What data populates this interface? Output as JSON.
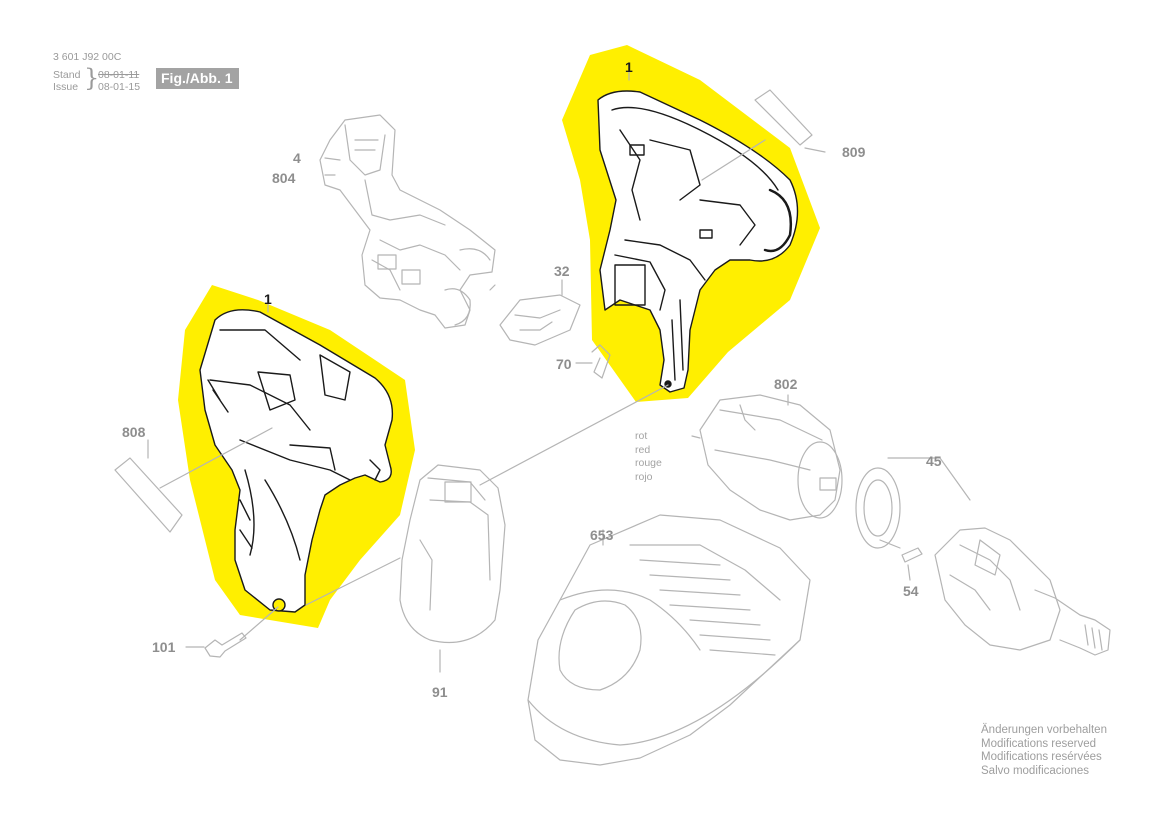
{
  "header": {
    "doc_number": "3 601 J92 00C",
    "stand_label": "Stand",
    "issue_label": "Issue",
    "stand_date": "08-01-11",
    "issue_date": "08-01-15",
    "figure_label": "Fig./Abb. 1"
  },
  "parts": {
    "housing_right": "1",
    "housing_left": "1",
    "p4": "4",
    "p804": "804",
    "p809": "809",
    "p32": "32",
    "p70": "70",
    "p802": "802",
    "p808": "808",
    "p45": "45",
    "p54": "54",
    "p653": "653",
    "p101": "101",
    "p91": "91"
  },
  "wire_colors": [
    "rot",
    "red",
    "rouge",
    "rojo"
  ],
  "footer_note": [
    "Änderungen vorbehalten",
    "Modifications reserved",
    "Modifications resérvées",
    "Salvo modificaciones"
  ],
  "colors": {
    "highlight": "#ffef00",
    "line_gray": "#b5b5b5",
    "dark_outline": "#1a1a1a",
    "label_gray": "#8e8e8e"
  }
}
